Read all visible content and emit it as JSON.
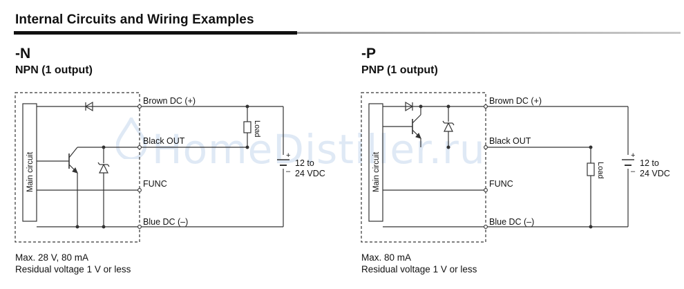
{
  "heading": "Internal Circuits and Wiring Examples",
  "watermark": "HomeDistiller.ru",
  "panels": [
    {
      "variant": "-N",
      "type": "NPN (1 output)",
      "main_circuit": "Main circuit",
      "wires": {
        "brown": "Brown  DC (+)",
        "black": "Black  OUT",
        "func": "FUNC",
        "blue": "Blue  DC (–)"
      },
      "load": "Load",
      "supply": [
        "12 to",
        "24 VDC"
      ],
      "plus": "+",
      "minus": "–",
      "notes": [
        "Max. 28 V, 80 mA",
        "Residual voltage 1 V or less"
      ]
    },
    {
      "variant": "-P",
      "type": "PNP (1 output)",
      "main_circuit": "Main circuit",
      "wires": {
        "brown": "Brown  DC (+)",
        "black": "Black  OUT",
        "func": "FUNC",
        "blue": "Blue  DC (–)"
      },
      "load": "Load",
      "supply": [
        "12 to",
        "24 VDC"
      ],
      "plus": "+",
      "minus": "–",
      "notes": [
        "Max. 80 mA",
        "Residual voltage 1 V or less"
      ]
    }
  ]
}
